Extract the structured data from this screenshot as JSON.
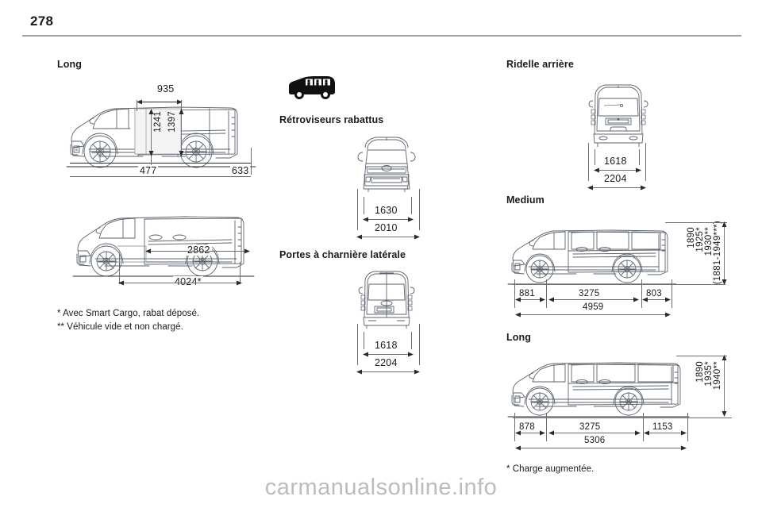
{
  "page": {
    "number": "278",
    "watermark": "carmanualsonline.info"
  },
  "columns": {
    "left": {
      "section_title": "Long",
      "figure_side_cargo": {
        "name": "long-van-side-cargo-opening",
        "dimensions": {
          "top_width": "935",
          "inner_height_1": "1241",
          "inner_height_2": "1397",
          "front_offset": "477",
          "rear_offset": "633"
        }
      },
      "figure_side_load": {
        "name": "long-van-side-load-length",
        "dimensions": {
          "interior_length": "2862",
          "total_load_length": "4024*"
        }
      },
      "footnotes": [
        "* Avec Smart Cargo, rabat déposé.",
        "** Véhicule vide et non chargé."
      ]
    },
    "middle": {
      "icon": "passenger-van-icon",
      "section_mirrors": {
        "title": "Rétroviseurs rabattus",
        "figure": "front-view-mirrors-folded",
        "dimensions": {
          "track_width": "1630",
          "overall_width": "2010"
        }
      },
      "section_side_hinged": {
        "title": "Portes à charnière latérale",
        "figure": "rear-view-side-hinged-doors",
        "dimensions": {
          "opening_width": "1618",
          "overall_width": "2204"
        }
      }
    },
    "right": {
      "section_tailgate": {
        "title": "Ridelle arrière",
        "figure": "rear-view-tailgate",
        "dimensions": {
          "opening_width": "1618",
          "overall_width": "2204"
        }
      },
      "section_medium": {
        "title": "Medium",
        "figure": "medium-van-side-view",
        "dimensions": {
          "front_overhang": "881",
          "wheelbase": "3275",
          "rear_overhang": "803",
          "total_length": "4959",
          "heights": [
            "1890",
            "1925*",
            "1930**",
            "(1881-1949***)"
          ]
        }
      },
      "section_long": {
        "title": "Long",
        "figure": "long-van-side-view",
        "dimensions": {
          "front_overhang": "878",
          "wheelbase": "3275",
          "rear_overhang": "1153",
          "total_length": "5306",
          "heights": [
            "1890",
            "1935*",
            "1940**"
          ]
        }
      },
      "footnote": "* Charge augmentée."
    }
  },
  "colors": {
    "rule": "#9aa0a6",
    "line": "#2b2b2b",
    "drawing": "#58606a",
    "watermark": "#bcbcbc"
  }
}
